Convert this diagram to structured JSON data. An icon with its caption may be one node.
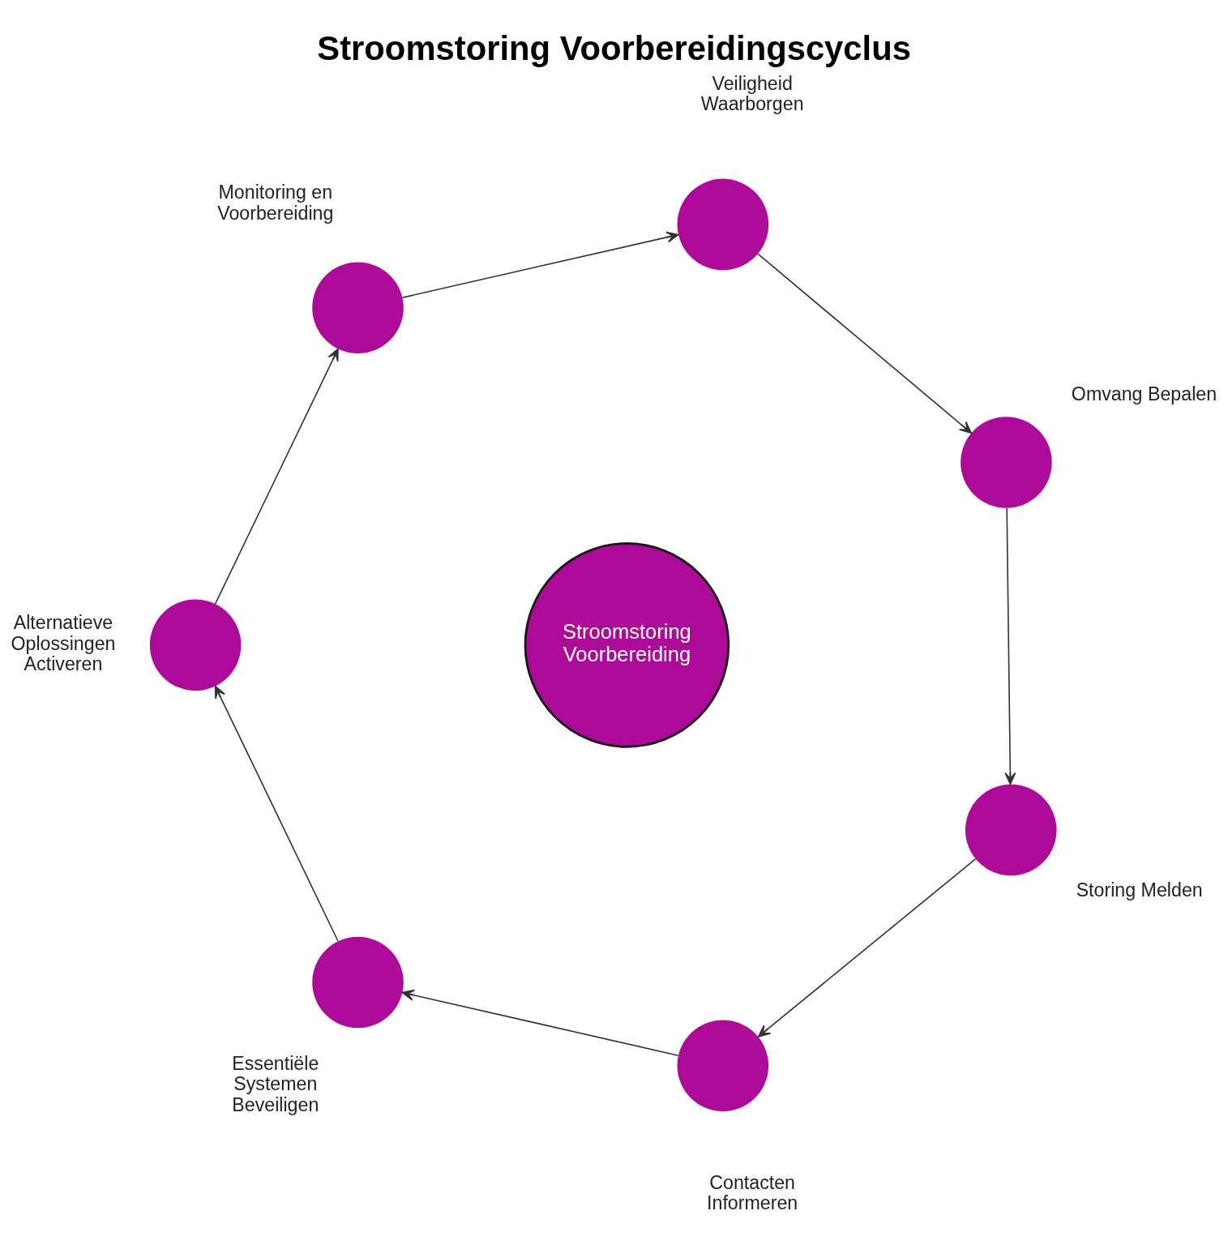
{
  "diagram": {
    "title": "Stroomstoring Voorbereidingscyclus",
    "nodes": [
      {
        "text": [
          "Stroomstoring Voorbereiding"
        ]
      },
      {
        "text": [],
        "shape": "circle",
        "beside": [
          "Veiligheid Waarborgen"
        ]
      },
      {
        "text": [],
        "shape": "circle",
        "beside": [
          "Omvang Bepalen"
        ]
      },
      {
        "text": [],
        "shape": "circle",
        "beside": [
          "Storing Melden"
        ]
      },
      {
        "text": [],
        "shape": "circle",
        "beside": [
          "Contacten Informeren"
        ]
      },
      {
        "text": [],
        "shape": "circle",
        "beside": [
          "Essentiële Systemen Beveiligen"
        ]
      },
      {
        "text": [],
        "shape": "circle",
        "beside": [
          "Alternatieve Oplossingen Activeren"
        ]
      },
      {
        "text": [],
        "shape": "circle",
        "beside": [
          "Monitoring en Voorbereiding"
        ]
      }
    ],
    "edges": [
      {
        "from": 1,
        "to": 2,
        "arrow": "to"
      },
      {
        "from": 2,
        "to": 3,
        "arrow": "to"
      },
      {
        "from": 3,
        "to": 4,
        "arrow": "to"
      },
      {
        "from": 4,
        "to": 5,
        "arrow": "to"
      },
      {
        "from": 5,
        "to": 6,
        "arrow": "to"
      },
      {
        "from": 6,
        "to": 7,
        "arrow": "to"
      },
      {
        "from": 7,
        "to": 1,
        "arrow": "to"
      }
    ]
  }
}
